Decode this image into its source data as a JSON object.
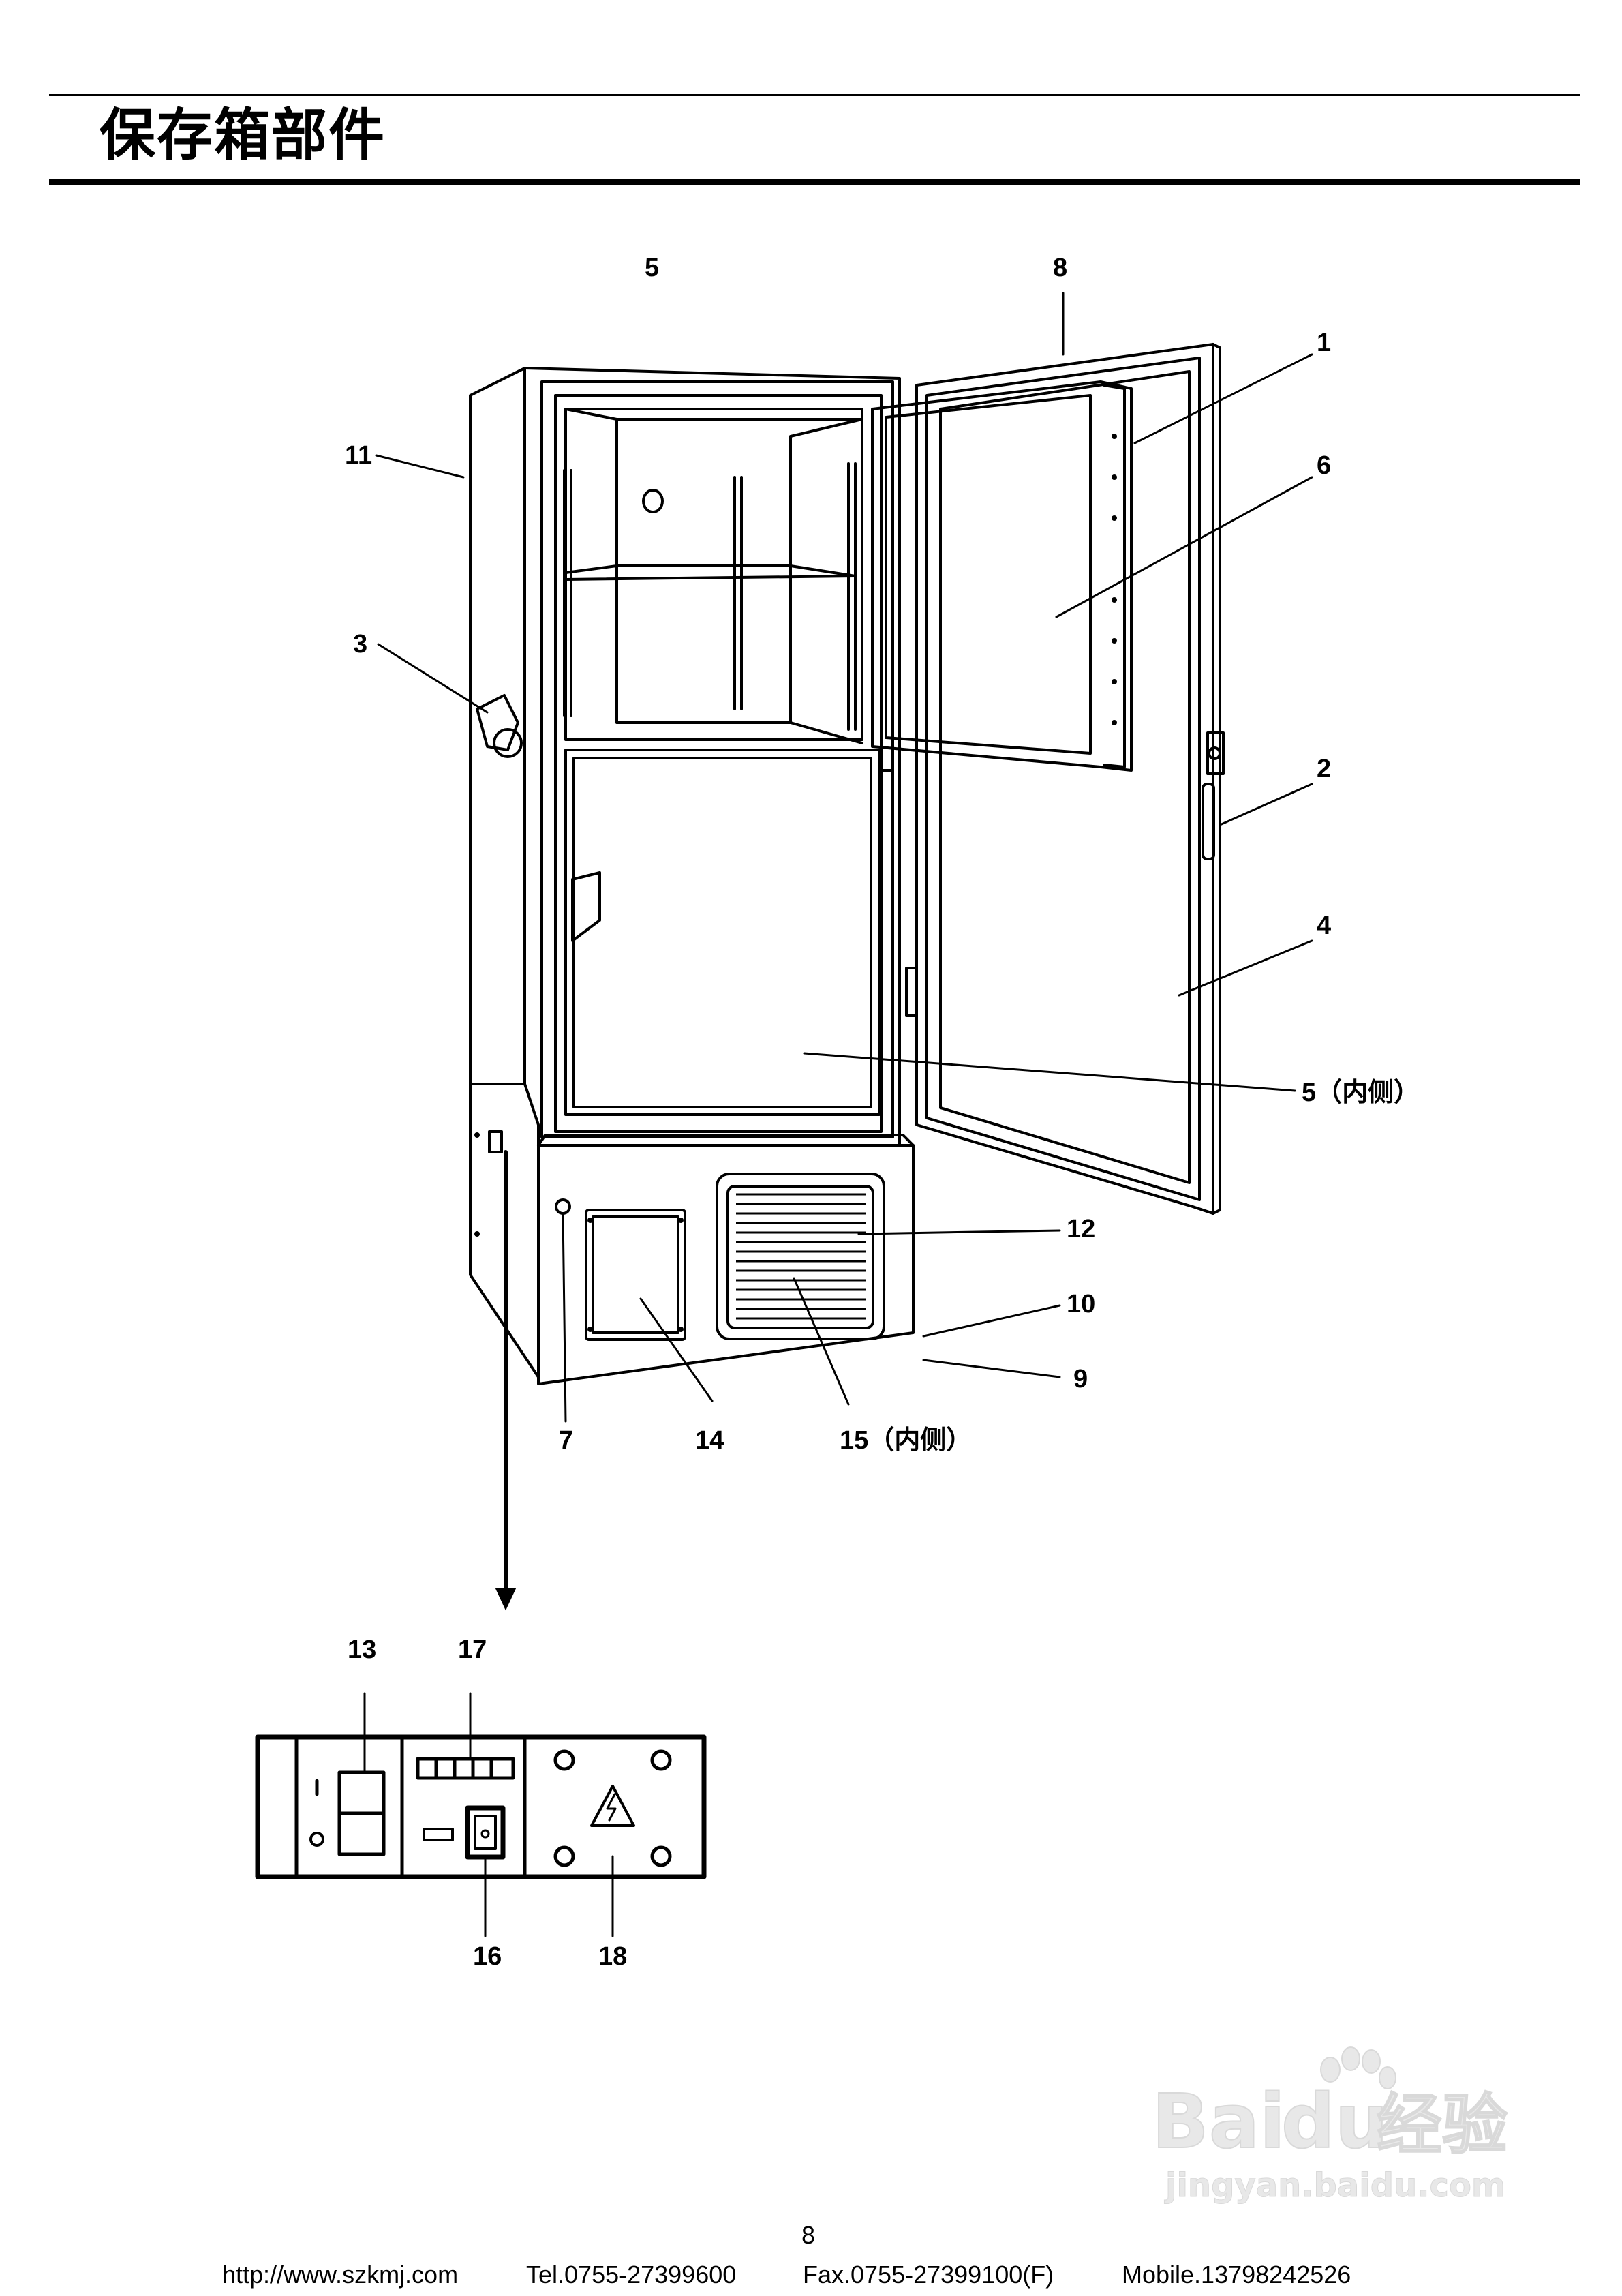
{
  "header": {
    "title": "保存箱部件"
  },
  "callouts": {
    "c1": "1",
    "c2": "2",
    "c3": "3",
    "c4": "4",
    "c5_top": "5",
    "c5_inner": "5（内侧）",
    "c6": "6",
    "c7": "7",
    "c8": "8",
    "c9": "9",
    "c10": "10",
    "c11": "11",
    "c12": "12",
    "c13": "13",
    "c14": "14",
    "c15_inner": "15（内侧）",
    "c16": "16",
    "c17": "17",
    "c18": "18"
  },
  "footer": {
    "page_number": "8",
    "website": "http://www.szkmj.com",
    "tel": "Tel.0755-27399600",
    "fax": "Fax.0755-27399100(F)",
    "mobile": "Mobile.13798242526"
  },
  "watermark": {
    "brand": "Bai",
    "brand_du": "du",
    "jingyan": "经验",
    "url": "jingyan.baidu.com"
  }
}
